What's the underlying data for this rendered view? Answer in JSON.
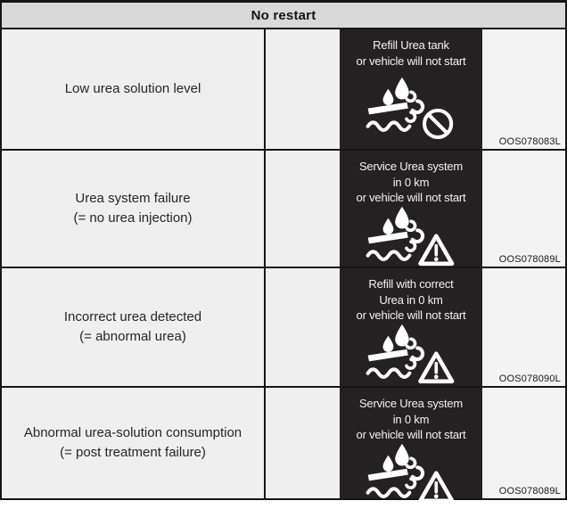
{
  "header": {
    "title": "No restart"
  },
  "rows": [
    {
      "condition_line1": "Low urea solution level",
      "condition_line2": "",
      "display": {
        "line1": "Refill Urea tank",
        "line2": "or vehicle will not start",
        "line3": ""
      },
      "icon": "urea-no-restart-icon",
      "image_code": "OOS078083L"
    },
    {
      "condition_line1": "Urea system failure",
      "condition_line2": "(= no urea injection)",
      "display": {
        "line1": "Service Urea system",
        "line2": "in 0 km",
        "line3": "or vehicle will not start"
      },
      "icon": "urea-service-warning-icon",
      "image_code": "OOS078089L"
    },
    {
      "condition_line1": "Incorrect urea detected",
      "condition_line2": "(= abnormal urea)",
      "display": {
        "line1": "Refill with correct",
        "line2": "Urea in 0 km",
        "line3": "or vehicle will not start"
      },
      "icon": "urea-service-warning-icon",
      "image_code": "OOS078090L"
    },
    {
      "condition_line1": "Abnormal urea-solution consumption",
      "condition_line2": "(= post treatment failure)",
      "display": {
        "line1": "Service Urea system",
        "line2": "in 0 km",
        "line3": "or vehicle will not start"
      },
      "icon": "urea-service-warning-icon",
      "image_code": "OOS078089L"
    }
  ],
  "colors": {
    "header_bg": "#d9d9d9",
    "row_bg": "#efefef",
    "panel_bg": "#242122",
    "panel_text": "#f3f3f3",
    "border": "#151515",
    "text": "#262626"
  }
}
